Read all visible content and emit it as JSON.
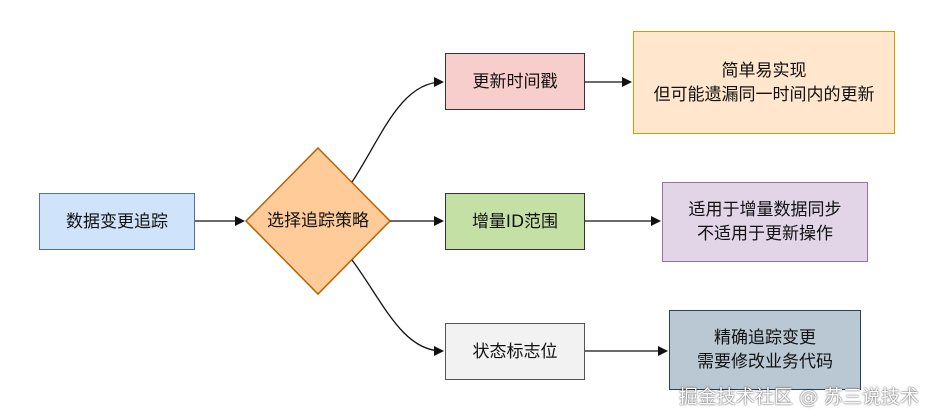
{
  "nodes": {
    "start": "数据变更追踪",
    "decision": "选择追踪策略",
    "time": "更新时间戳",
    "id_range": "增量ID范围",
    "flag": "状态标志位",
    "result_time": [
      "简单易实现",
      "但可能遗漏同一时间内的更新"
    ],
    "result_id": [
      "适用于增量数据同步",
      "不适用于更新操作"
    ],
    "result_flag": [
      "精确追踪变更",
      "需要修改业务代码"
    ]
  },
  "watermark": "掘金技术社区 @ 苏三说技术",
  "colors": {
    "start_fill": "#cfe3fb",
    "decision_fill": "#ffcc99",
    "time_fill": "#f8cecc",
    "id_fill": "#c5e0a5",
    "flag_fill": "#f2f2f2",
    "result_time_fill": "#ffe6cc",
    "result_id_fill": "#e1d5e7",
    "result_flag_fill": "#bac8d3"
  }
}
